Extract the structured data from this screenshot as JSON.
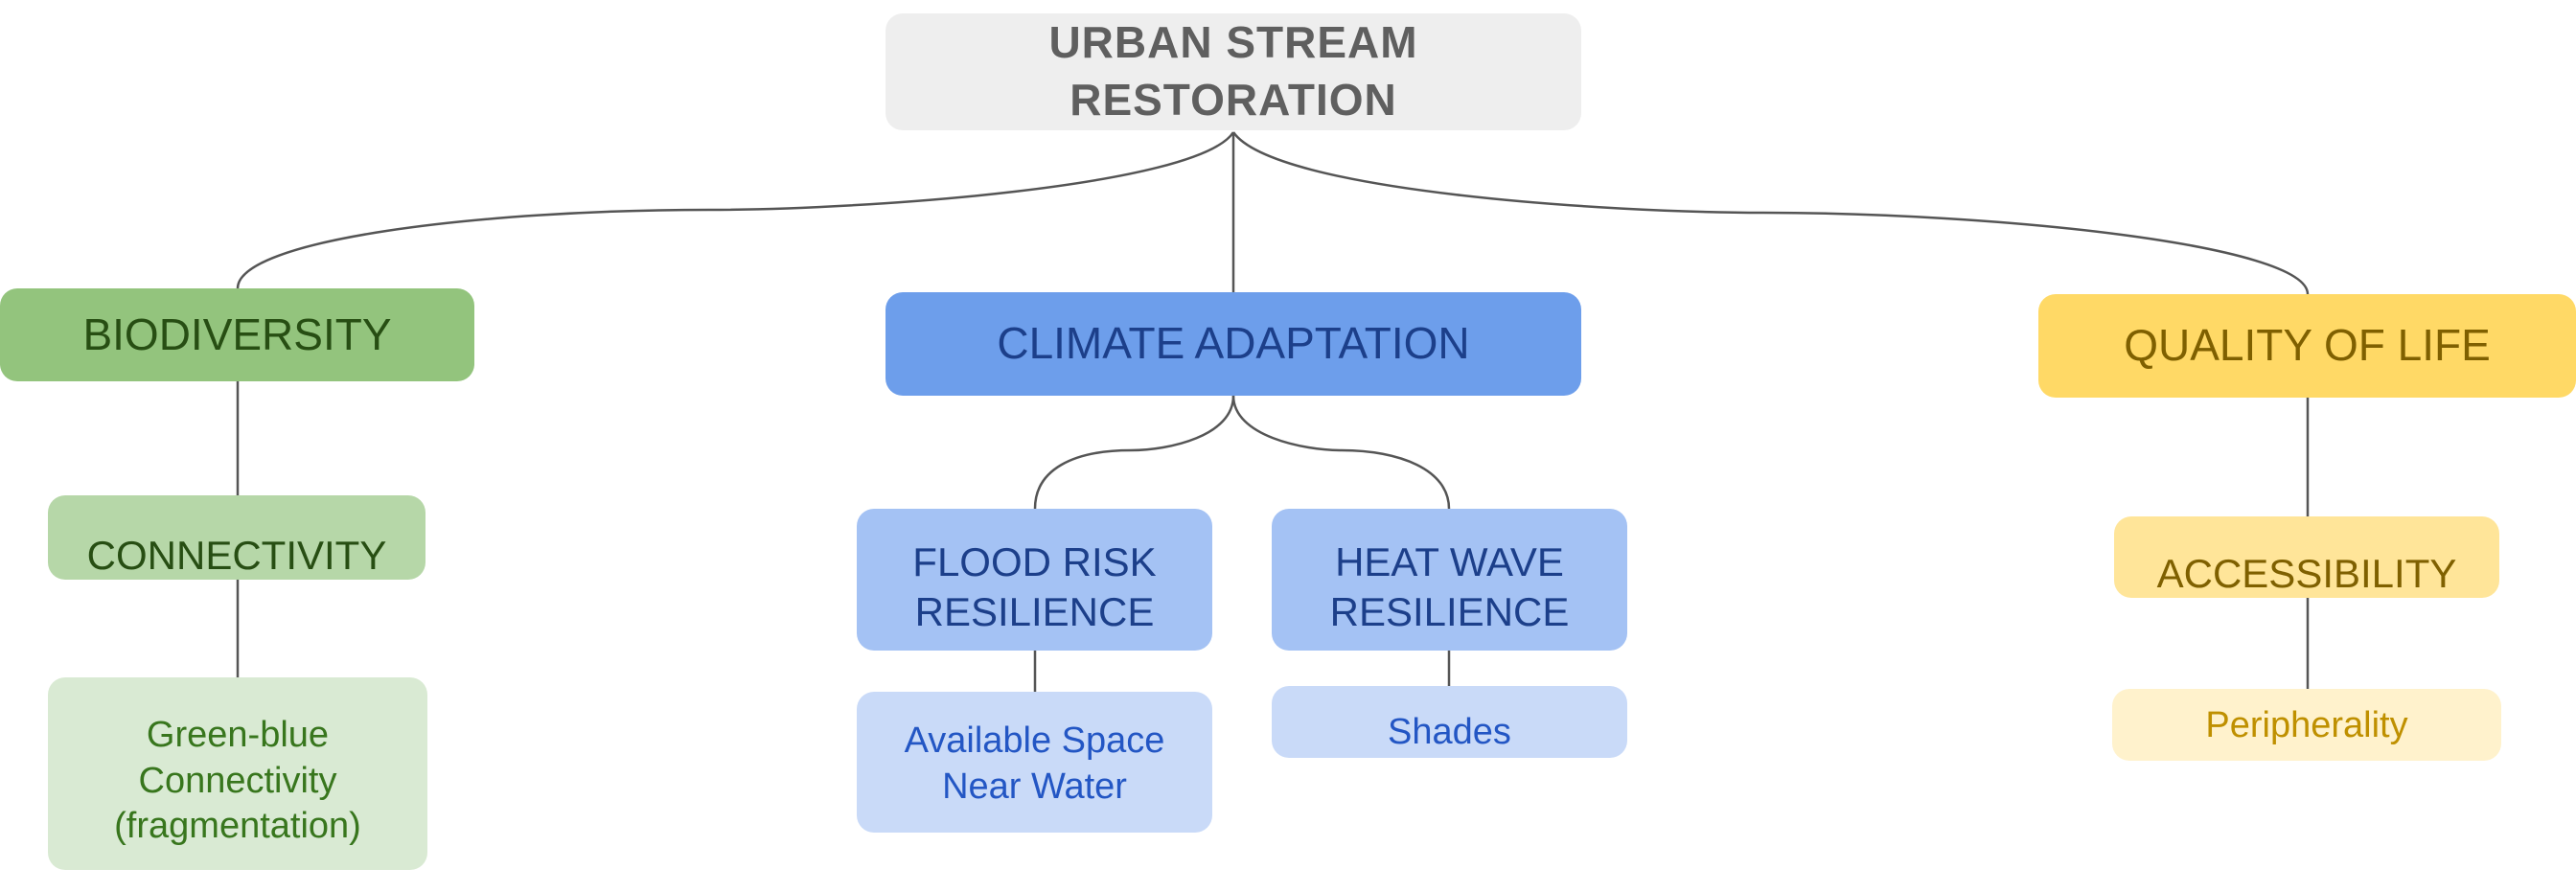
{
  "diagram": {
    "root": {
      "label": "URBAN STREAM\nRESTORATION"
    },
    "branches": [
      {
        "label": "BIODIVERSITY",
        "color": "#93c47d",
        "children": [
          {
            "label": "CONNECTIVITY",
            "children": [
              {
                "label": "Green-blue\nConnectivity\n(fragmentation)"
              }
            ]
          }
        ]
      },
      {
        "label": "CLIMATE ADAPTATION",
        "color": "#6d9eeb",
        "children": [
          {
            "label": "FLOOD RISK\nRESILIENCE",
            "children": [
              {
                "label": "Available Space\nNear Water"
              }
            ]
          },
          {
            "label": "HEAT WAVE\nRESILIENCE",
            "children": [
              {
                "label": "Shades"
              }
            ]
          }
        ]
      },
      {
        "label": "QUALITY OF LIFE",
        "color": "#ffd966",
        "children": [
          {
            "label": "ACCESSIBILITY",
            "children": [
              {
                "label": "Peripherality"
              }
            ]
          }
        ]
      }
    ],
    "connector_color": "#555555"
  }
}
